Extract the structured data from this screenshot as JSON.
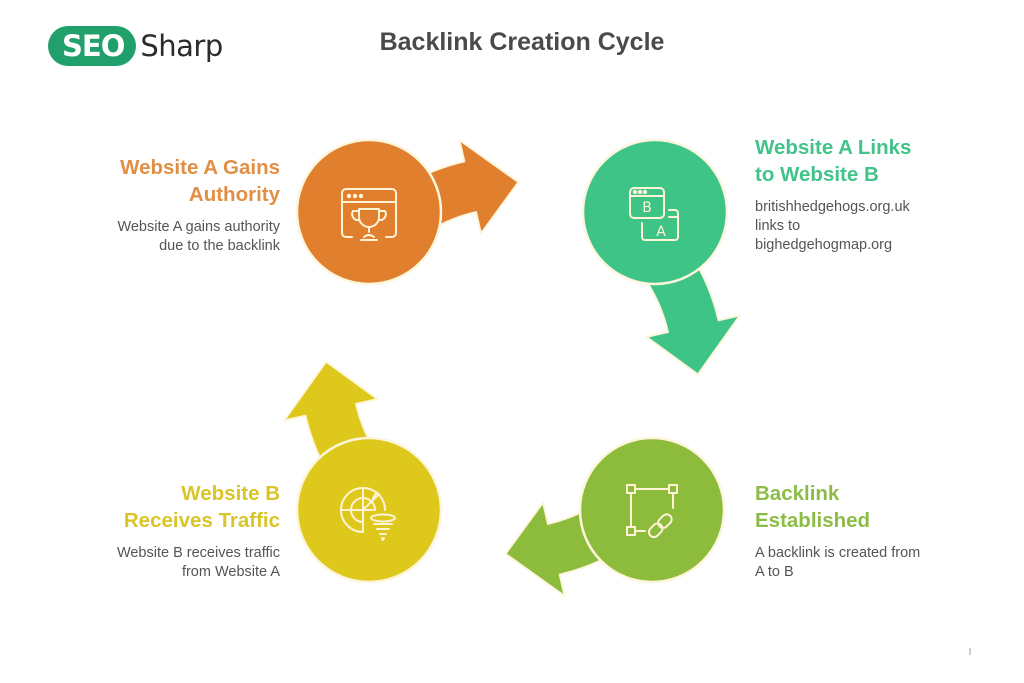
{
  "brand": {
    "logo_pill": "SEO",
    "logo_text": "Sharp",
    "accent": "#22a06b"
  },
  "title": "Backlink Creation Cycle",
  "steps": [
    {
      "id": "website-a-gains-authority",
      "heading": "Website A Gains Authority",
      "heading_lines": [
        "Website A Gains",
        "Authority"
      ],
      "description_lines": [
        "Website A gains authority",
        "due to the backlink"
      ],
      "icon": "browser-trophy-icon",
      "color": "#e07f2e"
    },
    {
      "id": "website-a-links-to-website-b",
      "heading": "Website A Links to Website B",
      "heading_lines": [
        "Website A Links",
        "to Website B"
      ],
      "description_lines": [
        "britishhedgehogs.org.uk",
        "links to",
        "bighedgehogmap.org"
      ],
      "icon": "linked-windows-b-a-icon",
      "icon_letters": [
        "B",
        "A"
      ],
      "color": "#3ec487"
    },
    {
      "id": "backlink-established",
      "heading": "Backlink Established",
      "heading_lines": [
        "Backlink",
        "Established"
      ],
      "description_lines": [
        "A backlink is created from",
        "A to B"
      ],
      "icon": "selection-box-link-icon",
      "color": "#8dbb3c"
    },
    {
      "id": "website-b-receives-traffic",
      "heading": "Website B Receives Traffic",
      "heading_lines": [
        "Website B",
        "Receives Traffic"
      ],
      "description_lines": [
        "Website B receives traffic",
        "from Website A"
      ],
      "icon": "radar-funnel-icon",
      "color": "#dfc81c"
    }
  ],
  "cycle_order": [
    "website-a-gains-authority",
    "website-a-links-to-website-b",
    "backlink-established",
    "website-b-receives-traffic"
  ],
  "heading_colors": {
    "website-a-gains-authority": "#e08f44",
    "website-a-links-to-website-b": "#41c38a",
    "backlink-established": "#8cbc46",
    "website-b-receives-traffic": "#d9c527"
  }
}
